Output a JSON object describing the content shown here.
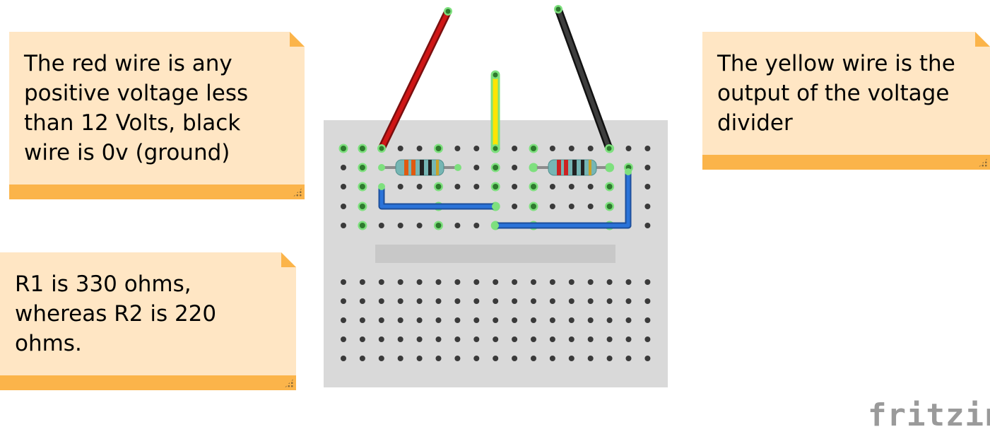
{
  "notes": [
    {
      "id": "red-wire",
      "text": "The red wire is any\npositive voltage less\nthan 12 Volts, black\nwire is 0v (ground)"
    },
    {
      "id": "resistors",
      "text": "R1 is 330 ohms,\nwhereas R2 is 220\nohms."
    },
    {
      "id": "yellow-wire",
      "text": "The yellow wire is the\noutput of the voltage\ndivider"
    }
  ],
  "logo": "fritzing",
  "colors": {
    "note_fill": "#ffe6c4",
    "note_accent": "#fbb44a",
    "board": "#d9d9d9",
    "red_wire": "#cc1111",
    "black_wire": "#404040",
    "yellow_wire": "#ffeb00",
    "blue_wire": "#2266cc",
    "hole_highlight": "#7ee07e"
  }
}
